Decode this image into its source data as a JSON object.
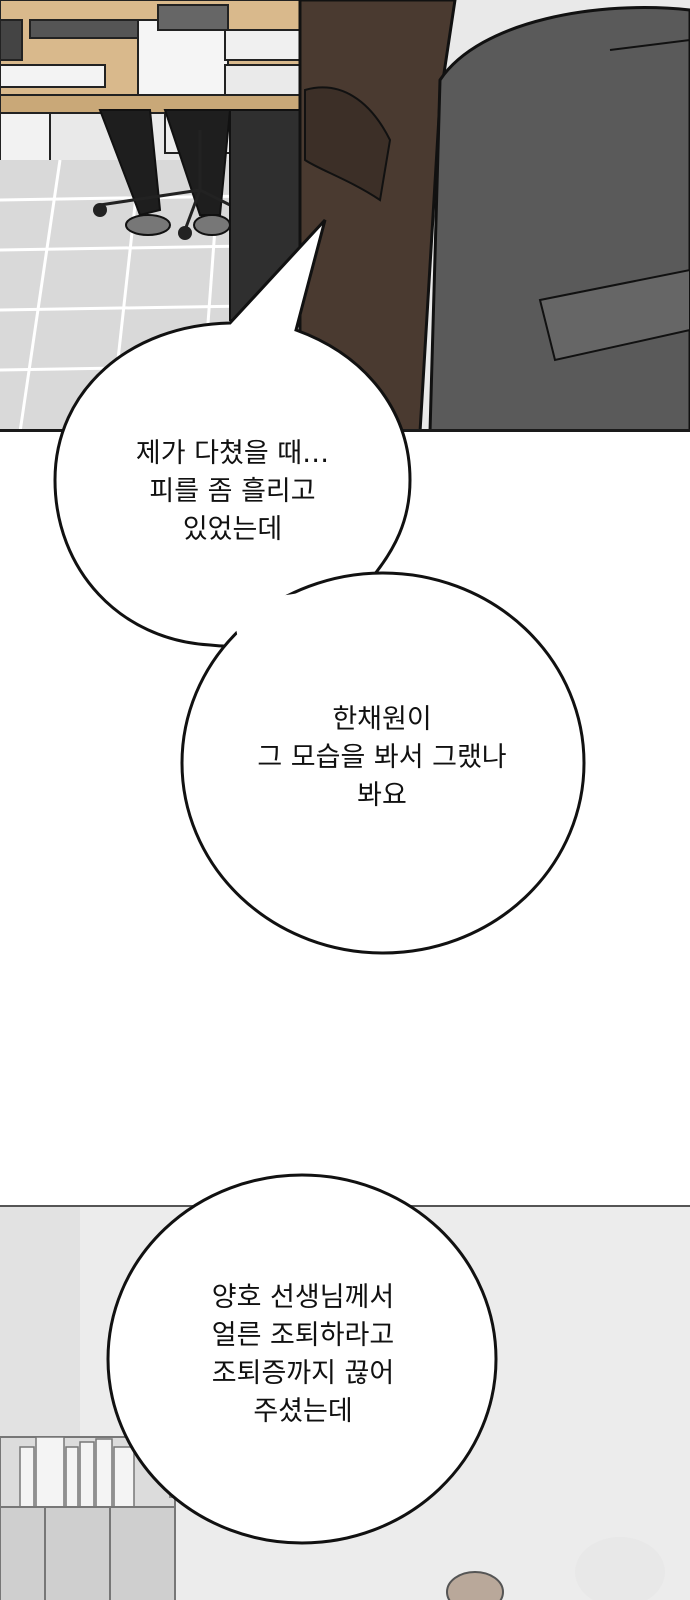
{
  "bubbles": [
    {
      "lines": [
        "제가 다쳤을 때…",
        "피를 좀 흘리고",
        "있었는데"
      ]
    },
    {
      "lines": [
        "한채원이",
        "그 모습을 봐서 그랬나",
        "봐요"
      ]
    },
    {
      "lines": [
        "양호 선생님께서",
        "얼른 조퇴하라고",
        "조퇴증까지 끊어",
        "주셨는데"
      ]
    }
  ],
  "colors": {
    "jacket": "#4a3a30",
    "backpack": "#5a5a5a",
    "floor": "#d9d9d9",
    "outline": "#111111"
  }
}
